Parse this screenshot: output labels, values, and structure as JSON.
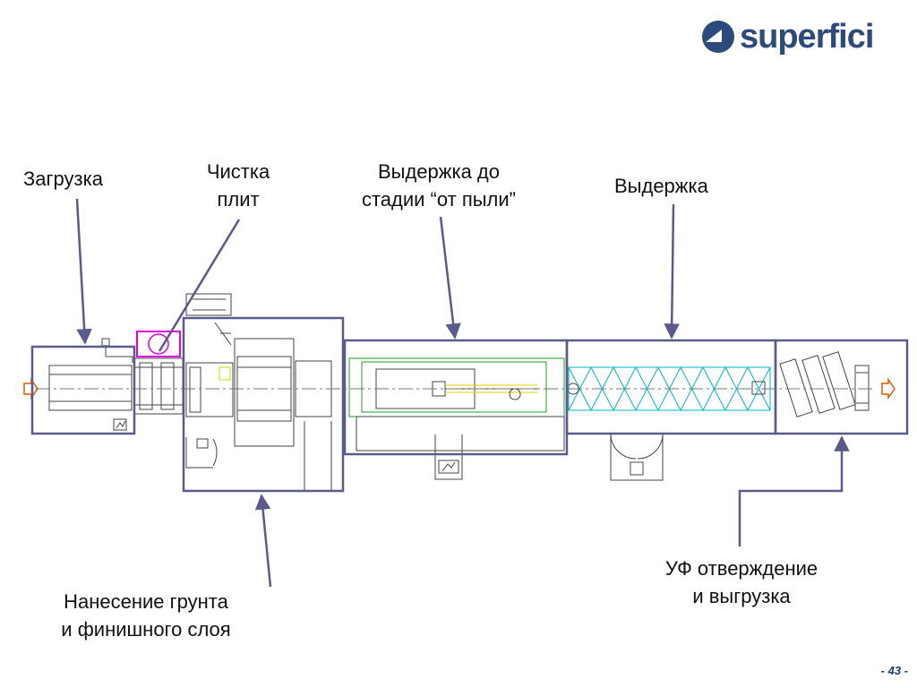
{
  "logo": {
    "text": "superfici"
  },
  "labels": {
    "loading": "Загрузка",
    "cleaning": {
      "line1": "Чистка",
      "line2": "плит"
    },
    "dust_free": {
      "line1": "Выдержка до",
      "line2": "стадии “от пыли”"
    },
    "holding": "Выдержка",
    "coating": {
      "line1": "Нанесение грунта",
      "line2": "и финишного слоя"
    },
    "uv": {
      "line1": "УФ отверждение",
      "line2": "и выгрузка"
    }
  },
  "page_number": "- 43 -",
  "colors": {
    "frame": "#5a5a8c",
    "drawing": "#444444",
    "cyan": "#00b7c7",
    "magenta": "#e000e0",
    "green": "#1fa01f",
    "yellow": "#d4d400",
    "arrow": "#e05a00",
    "logo": "#2c4b7c"
  }
}
